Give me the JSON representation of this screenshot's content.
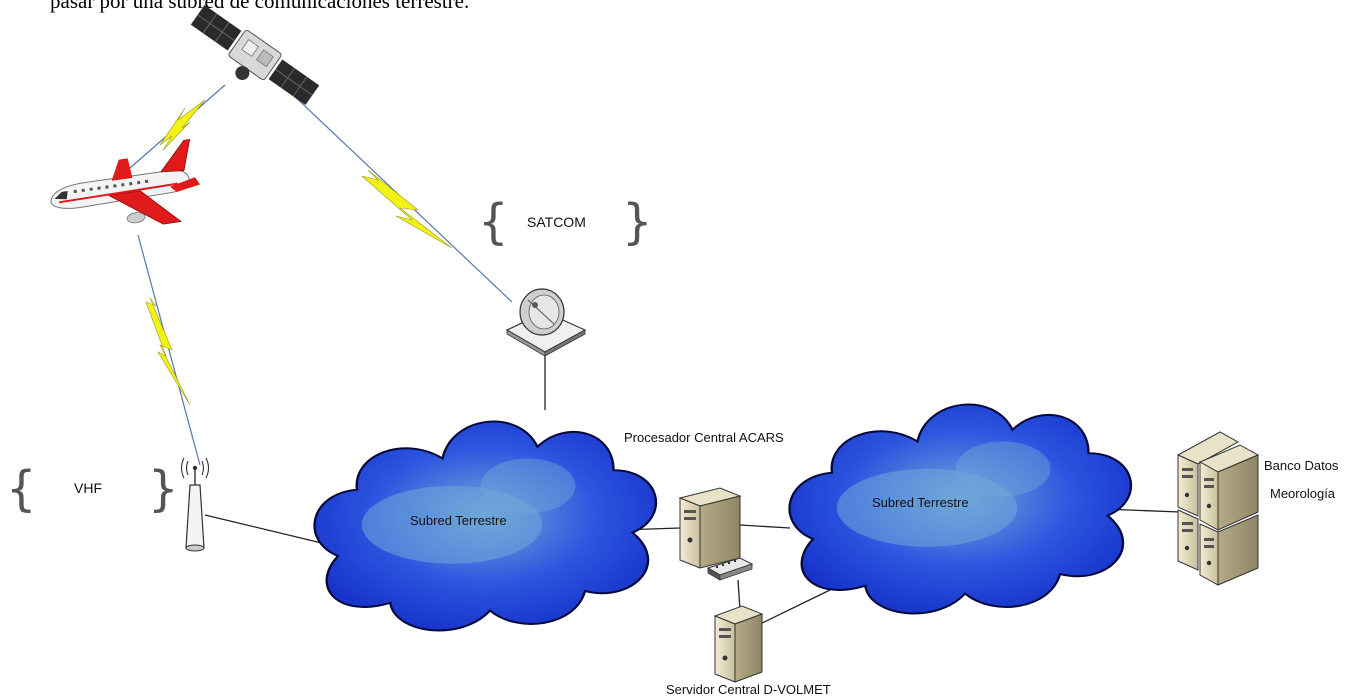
{
  "intro_text": "pasar por una subred de comunicaciones terrestre.",
  "labels": {
    "satcom": "SATCOM",
    "vhf": "VHF",
    "cloud_left": "Subred Terrestre",
    "cloud_right": "Subred Terrestre",
    "acars": "Procesador Central ACARS",
    "dvolmet": "Servidor Central D-VOLMET",
    "bank_line1": "Banco Datos",
    "bank_line2": "Meorología"
  },
  "icons": [
    "satellite-icon",
    "airplane-icon",
    "satellite-dish-icon",
    "vhf-antenna-icon",
    "cloud-icon",
    "server-icon",
    "network-switch-icon",
    "database-servers-icon"
  ],
  "colors": {
    "cloud": "#1a3fd8",
    "cloud_highlight": "#6fa8d8",
    "lightning": "#f2f215",
    "radio_link": "#5577aa"
  }
}
